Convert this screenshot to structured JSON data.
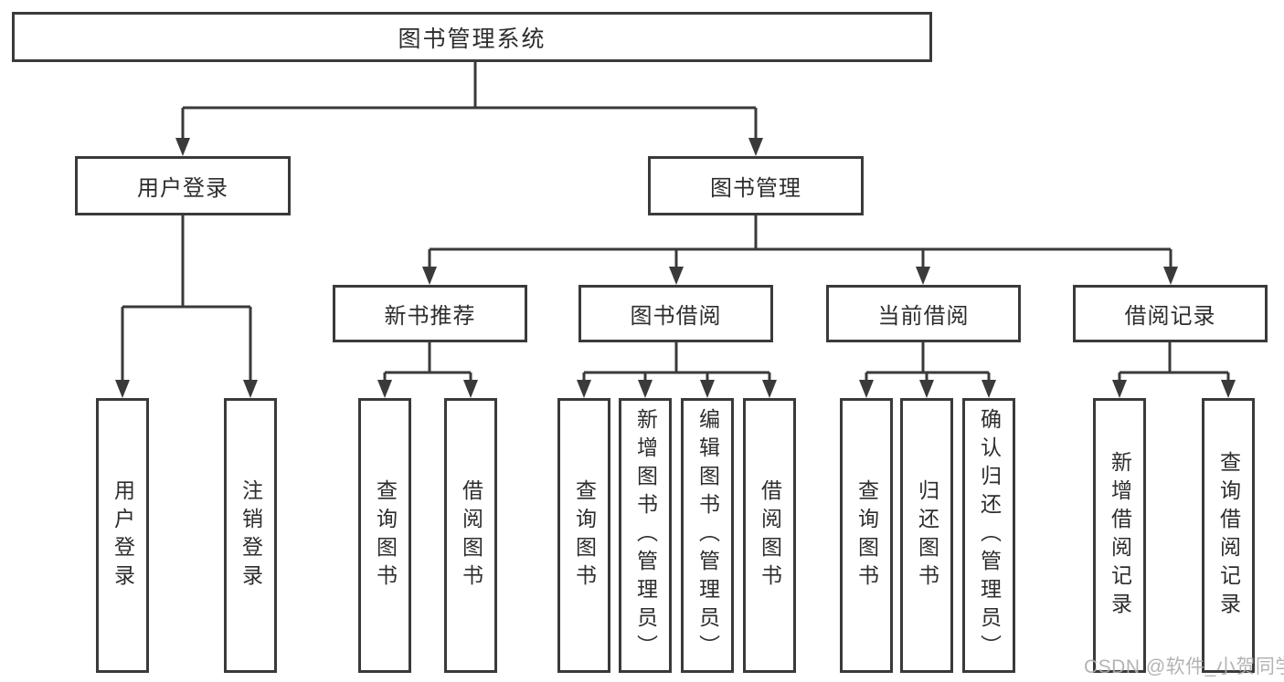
{
  "tree": {
    "label": "图书管理系统",
    "children": [
      {
        "label": "用户登录",
        "children": [
          {
            "label": "用户登录"
          },
          {
            "label": "注销登录"
          }
        ]
      },
      {
        "label": "图书管理",
        "children": [
          {
            "label": "新书推荐",
            "children": [
              {
                "label": "查询图书"
              },
              {
                "label": "借阅图书"
              }
            ]
          },
          {
            "label": "图书借阅",
            "children": [
              {
                "label": "查询图书"
              },
              {
                "label": "新增图书（管理员）"
              },
              {
                "label": "编辑图书（管理员）"
              },
              {
                "label": "借阅图书"
              }
            ]
          },
          {
            "label": "当前借阅",
            "children": [
              {
                "label": "查询图书"
              },
              {
                "label": "归还图书"
              },
              {
                "label": "确认归还（管理员）"
              }
            ]
          },
          {
            "label": "借阅记录",
            "children": [
              {
                "label": "新增借阅记录"
              },
              {
                "label": "查询借阅记录"
              }
            ]
          }
        ]
      }
    ]
  },
  "watermark": {
    "text": "CSDN @软件_小贺同学"
  },
  "colors": {
    "line": "#3a3a3a",
    "text": "#2d2d2d",
    "background": "#ffffff",
    "watermark": "#acacac"
  }
}
